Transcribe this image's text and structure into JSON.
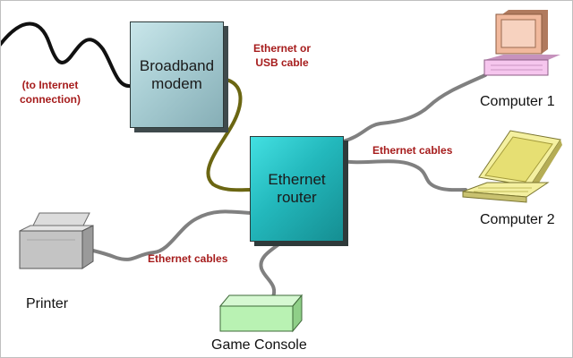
{
  "devices": {
    "modem": {
      "line1": "Broadband",
      "line2": "modem"
    },
    "router": {
      "line1": "Ethernet",
      "line2": "router"
    },
    "computer1": "Computer 1",
    "computer2": "Computer 2",
    "printer": "Printer",
    "console": "Game Console"
  },
  "labels": {
    "internet_line1": "(to Internet",
    "internet_line2": "connection)",
    "modem_cable_line1": "Ethernet or",
    "modem_cable_line2": "USB cable",
    "ethernet_cables_right": "Ethernet cables",
    "ethernet_cables_left": "Ethernet cables"
  },
  "colors": {
    "modem": "#a8cdd3",
    "router": "#23b8bc",
    "label_red": "#a61c1c",
    "cable_gray": "#808080",
    "cable_olive": "#6b6612",
    "cable_black": "#111111",
    "computer1_monitor": "#f1b99d",
    "computer1_keyboard": "#f6c6ee",
    "computer2_laptop": "#f4f0a0",
    "console": "#b9f2b3",
    "printer": "#c4c4c4"
  }
}
